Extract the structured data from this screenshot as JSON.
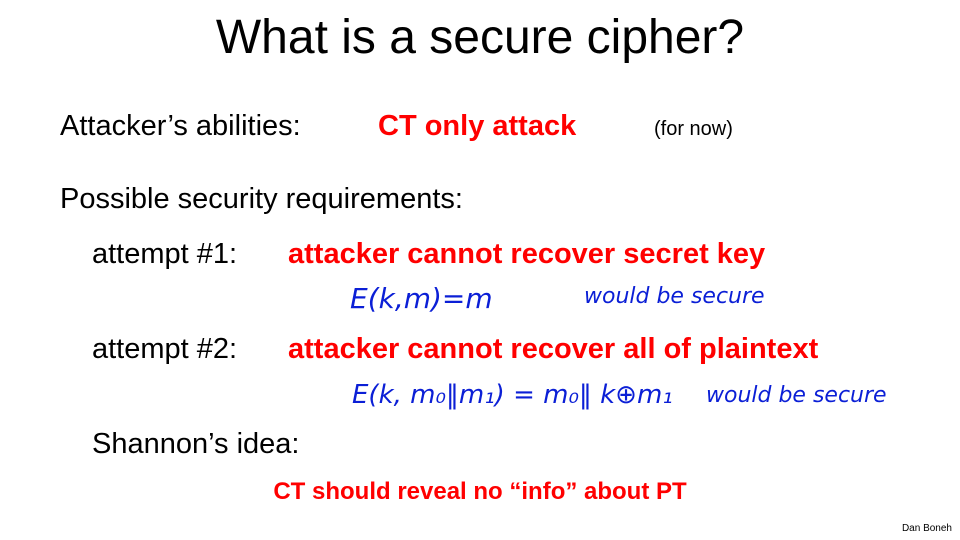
{
  "title": "What is a secure cipher?",
  "abilities": {
    "label": "Attacker’s abilities:",
    "value": "CT only attack",
    "note": "(for now)"
  },
  "requirements": {
    "label": "Possible security requirements:"
  },
  "attempt1": {
    "label": "attempt #1:",
    "value": "attacker cannot recover secret key",
    "annotation_formula": "E(k,m)=m",
    "annotation_note": "would be secure"
  },
  "attempt2": {
    "label": "attempt #2:",
    "value": "attacker cannot recover all of plaintext",
    "annotation_formula": "E(k, m₀‖m₁) = m₀‖ k⊕m₁",
    "annotation_note": "would be secure"
  },
  "shannon": {
    "label": "Shannon’s idea:",
    "value": "CT should reveal no “info” about PT"
  },
  "footer": "Dan Boneh",
  "colors": {
    "accent": "#ff0000",
    "handwriting": "#0b1fd6",
    "text": "#000000"
  }
}
